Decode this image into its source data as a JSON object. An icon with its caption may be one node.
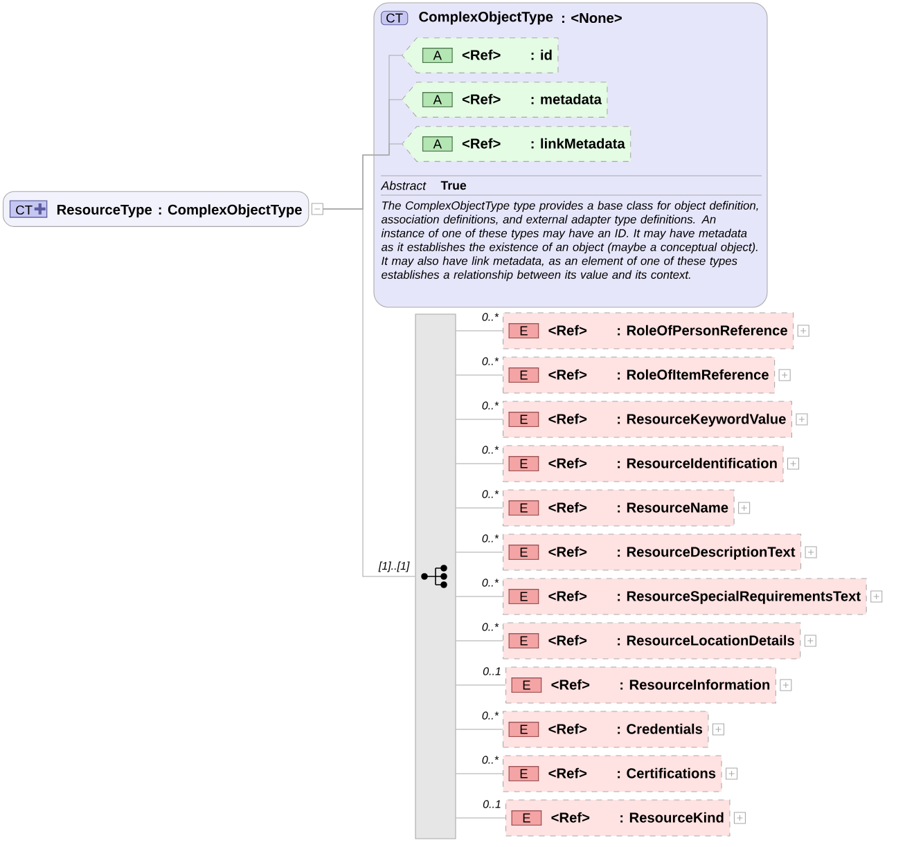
{
  "diagram": {
    "nodes": [
      {
        "text": [
          "CT",
          "ResourceType",
          ": ComplexObjectType"
        ]
      },
      {
        "text": [
          "CT",
          "ComplexObjectType",
          ": <None>",
          "Abstract",
          "True",
          "The ComplexObjectType type provides a base class for object definition, association definitions, and external adapter type definitions. An instance of one of these types may have an ID. It may have metadata as it establishes the existence of an object (maybe a conceptual object). It may also have link metadata, as an element of one of these types establishes a relationship between its value and its context."
        ]
      },
      {
        "text": [
          "A",
          "<Ref>",
          ": id"
        ],
        "in": 1
      },
      {
        "text": [
          "A",
          "<Ref>",
          ": metadata"
        ],
        "in": 1
      },
      {
        "text": [
          "A",
          "<Ref>",
          ": linkMetadata"
        ],
        "in": 1
      },
      {
        "text": [],
        "shape": "bar"
      },
      {
        "text": [
          "E",
          "<Ref>",
          ": RoleOfPersonReference"
        ]
      },
      {
        "text": [
          "E",
          "<Ref>",
          ": RoleOfItemReference"
        ]
      },
      {
        "text": [
          "E",
          "<Ref>",
          ": ResourceKeywordValue"
        ]
      },
      {
        "text": [
          "E",
          "<Ref>",
          ": ResourceIdentification"
        ]
      },
      {
        "text": [
          "E",
          "<Ref>",
          ": ResourceName"
        ]
      },
      {
        "text": [
          "E",
          "<Ref>",
          ": ResourceDescriptionText"
        ]
      },
      {
        "text": [
          "E",
          "<Ref>",
          ": ResourceSpecialRequirementsText"
        ]
      },
      {
        "text": [
          "E",
          "<Ref>",
          ": ResourceLocationDetails"
        ]
      },
      {
        "text": [
          "E",
          "<Ref>",
          ": ResourceInformation"
        ]
      },
      {
        "text": [
          "E",
          "<Ref>",
          ": Credentials"
        ]
      },
      {
        "text": [
          "E",
          "<Ref>",
          ": Certifications"
        ]
      },
      {
        "text": [
          "E",
          "<Ref>",
          ": ResourceKind"
        ]
      }
    ],
    "edges": [
      {
        "from": 0,
        "to": 2,
        "arrow": "none"
      },
      {
        "from": 0,
        "to": 3,
        "arrow": "none"
      },
      {
        "from": 0,
        "to": 4,
        "arrow": "none"
      },
      {
        "from": 0,
        "to": 5,
        "arrow": "none",
        "label": "[1]..[1]"
      },
      {
        "from": 5,
        "to": 6,
        "arrow": "none",
        "label": "0..*"
      },
      {
        "from": 5,
        "to": 7,
        "arrow": "none",
        "label": "0..*"
      },
      {
        "from": 5,
        "to": 8,
        "arrow": "none",
        "label": "0..*"
      },
      {
        "from": 5,
        "to": 9,
        "arrow": "none",
        "label": "0..*"
      },
      {
        "from": 5,
        "to": 10,
        "arrow": "none",
        "label": "0..*"
      },
      {
        "from": 5,
        "to": 11,
        "arrow": "none",
        "label": "0..*"
      },
      {
        "from": 5,
        "to": 12,
        "arrow": "none",
        "label": "0..*"
      },
      {
        "from": 5,
        "to": 13,
        "arrow": "none",
        "label": "0..*"
      },
      {
        "from": 5,
        "to": 14,
        "arrow": "none",
        "label": "0..1"
      },
      {
        "from": 5,
        "to": 15,
        "arrow": "none",
        "label": "0..*"
      },
      {
        "from": 5,
        "to": 16,
        "arrow": "none",
        "label": "0..*"
      },
      {
        "from": 5,
        "to": 17,
        "arrow": "none",
        "label": "0..1"
      }
    ]
  }
}
